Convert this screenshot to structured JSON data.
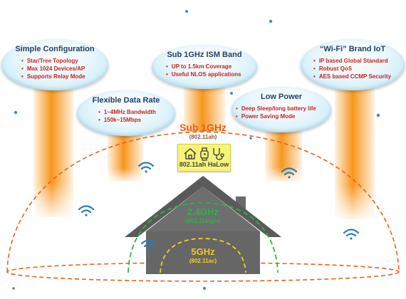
{
  "bubbles": [
    {
      "title": "Simple Configuration",
      "items": [
        "Star/Tree Topology",
        "Max 1024 Devices/AP",
        "Supports Relay Mode"
      ]
    },
    {
      "title": "Sub 1GHz ISM Band",
      "items": [
        "UP to 1.5km Coverage",
        "Useful NLOS applications"
      ]
    },
    {
      "title": "“Wi-Fi” Brand IoT",
      "items": [
        "IP based Global Standard",
        "Robust QoS",
        "AES based CCMP Security"
      ]
    },
    {
      "title": "Flexible Data Rate",
      "items": [
        "1~4MHz Bandwidth",
        "150k~15Mbps"
      ]
    },
    {
      "title": "Low Power",
      "items": [
        "Deep Sleep/long battery life",
        "Power Saving Mode"
      ]
    }
  ],
  "bands": {
    "sub1": {
      "name": "Sub 1GHz",
      "std": "(802.11ah)"
    },
    "halow": "802.11ah HaLow",
    "g24": {
      "name": "2.4GHz",
      "std": "(802.11b/g/n)"
    },
    "g5": {
      "name": "5GHz",
      "std": "(802.11ac)"
    }
  },
  "icons": [
    "wifi-icon",
    "home-icon",
    "smartwatch-icon",
    "stethoscope-icon"
  ],
  "colors": {
    "pillar": "#f7961e",
    "bubble": "#d3eefa",
    "bubble_title": "#1f3f6a",
    "bullet_text": "#c2261e",
    "sub1_arc": "#e8601c",
    "arc_24": "#2fb24a",
    "arc_5": "#f2d21c",
    "house": "#5a5a5a",
    "halow_box": "#f6f27a",
    "wifi": "#2e7ab8"
  }
}
